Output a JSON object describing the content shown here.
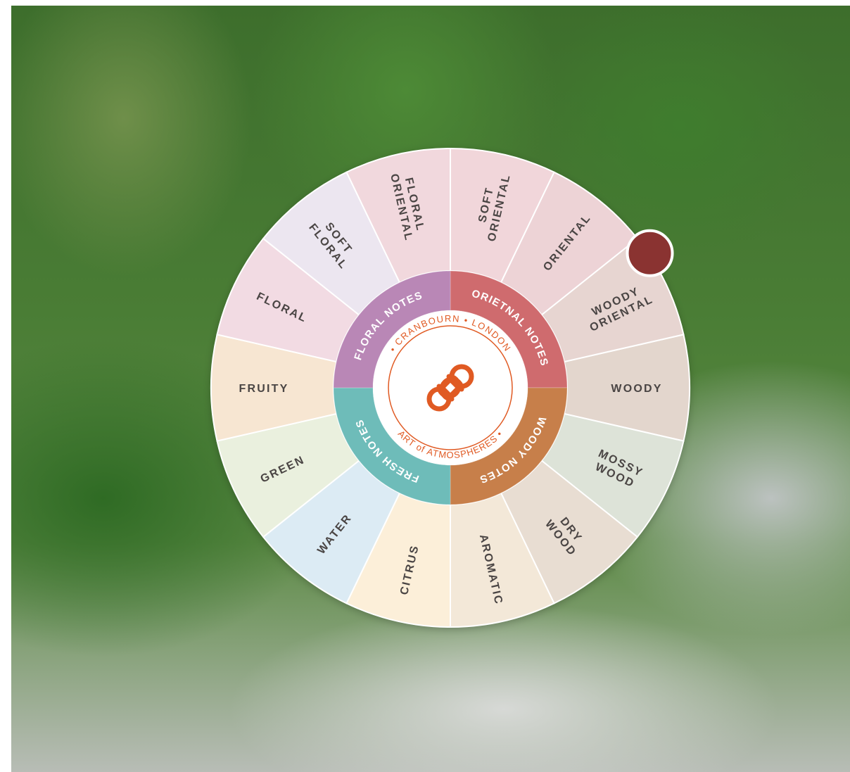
{
  "wheel": {
    "outer_segments": [
      {
        "label": "WOODY",
        "color": "#e3d6cd"
      },
      {
        "label": "MOSSY|WOOD",
        "color": "#dde3d8"
      },
      {
        "label": "DRY|WOOD",
        "color": "#e8ddd2"
      },
      {
        "label": "AROMATIC",
        "color": "#f3e8d8"
      },
      {
        "label": "CITRUS",
        "color": "#fcefd9"
      },
      {
        "label": "WATER",
        "color": "#dcebf4"
      },
      {
        "label": "GREEN",
        "color": "#eaf0de"
      },
      {
        "label": "FRUITY",
        "color": "#f7e6d2"
      },
      {
        "label": "FLORAL",
        "color": "#f2dbe3"
      },
      {
        "label": "SOFT|FLORAL",
        "color": "#ece6f0"
      },
      {
        "label": "FLORAL|ORIENTAL",
        "color": "#f1d8dd"
      },
      {
        "label": "SOFT|ORIENTAL",
        "color": "#f1d6da"
      },
      {
        "label": "ORIENTAL",
        "color": "#edd3d6"
      },
      {
        "label": "WOODY|ORIENTAL",
        "color": "#e7d5d1"
      }
    ],
    "inner_segments": [
      {
        "label": "ORIETNAL NOTES",
        "color": "#cf6b6e"
      },
      {
        "label": "WOODY NOTES",
        "color": "#c77f4a"
      },
      {
        "label": "FRESH NOTES",
        "color": "#6ebcb9"
      },
      {
        "label": "FLORAL NOTES",
        "color": "#b987b6"
      }
    ],
    "logo": {
      "brand": "CRANBOURN",
      "city": "LONDON",
      "tagline_prefix": "ART",
      "tagline_of": "of",
      "tagline_suffix": "ATMOSPHERES",
      "color": "#e05a23"
    },
    "marker_color": "#8a3331"
  }
}
